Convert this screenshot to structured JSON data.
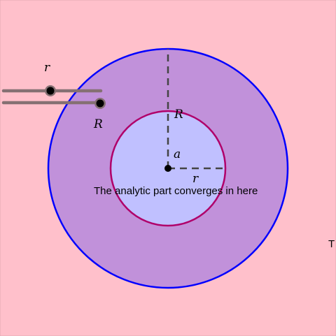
{
  "sliders": {
    "inner_label": "r",
    "outer_label": "R"
  },
  "labels": {
    "outer_radius": "R",
    "center": "a",
    "inner_radius": "r",
    "caption": "The analytic part converges in here",
    "edge_letter": "T"
  },
  "colors": {
    "background": "#ffc0cb",
    "outer_fill": "#c191da",
    "outer_stroke": "#0000ff",
    "inner_fill": "#c0c0ff",
    "inner_stroke": "#b0006a",
    "slider_track": "#857073",
    "dashed_line": "#444444",
    "point": "#000000"
  }
}
